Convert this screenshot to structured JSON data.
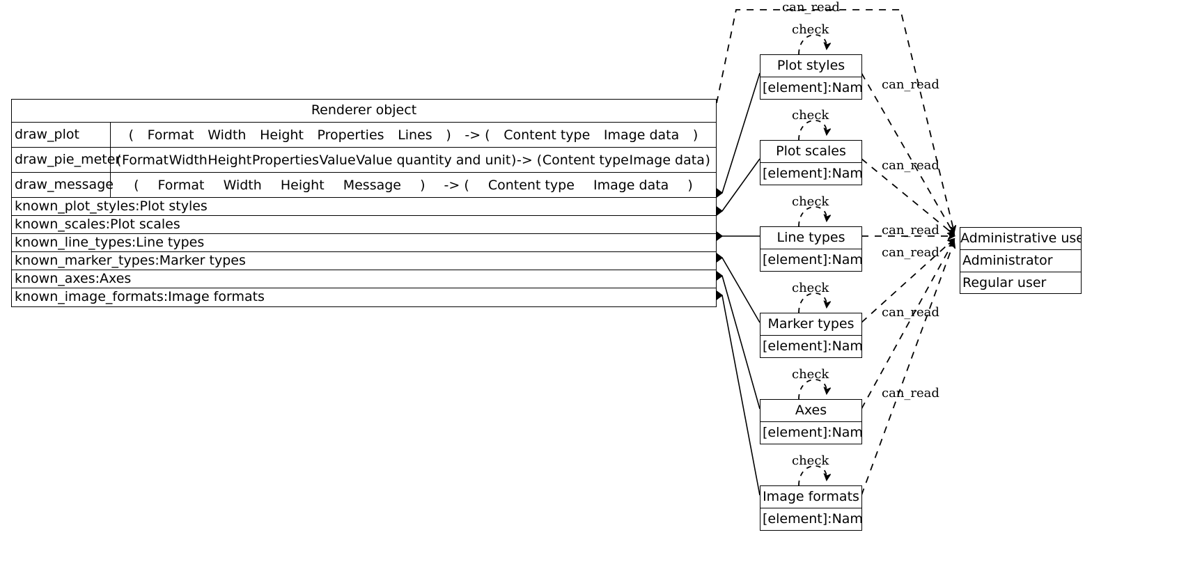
{
  "diagram": {
    "type": "uml-class-diagram",
    "background": "#ffffff",
    "line_color": "#000000"
  },
  "renderer": {
    "title": "Renderer object",
    "methods": [
      {
        "name": "draw_plot",
        "params": [
          "(",
          "Format",
          "Width",
          "Height",
          "Properties",
          "Lines",
          ")"
        ],
        "arrow": "-> (",
        "returns": [
          "Content type",
          "Image data",
          ")"
        ]
      },
      {
        "name": "draw_pie_meter",
        "params": [
          "(",
          "Format",
          "Width",
          "Height",
          "Properties",
          "Value",
          "Value quantity and unit",
          ")"
        ],
        "arrow": "-> (",
        "returns": [
          "Content type",
          "Image data",
          ")"
        ]
      },
      {
        "name": "draw_message",
        "params": [
          "(",
          "Format",
          "Width",
          "Height",
          "Message",
          ")"
        ],
        "arrow": "-> (",
        "returns": [
          "Content type",
          "Image data",
          ")"
        ]
      }
    ],
    "attributes": [
      "known_plot_styles:Plot styles",
      "known_scales:Plot scales",
      "known_line_types:Line types",
      "known_marker_types:Marker types",
      "known_axes:Axes",
      "known_image_formats:Image formats"
    ]
  },
  "elements": [
    {
      "title": "Plot styles",
      "attr": "[element]:Name",
      "check_label": "check",
      "can_read_label": "can_read"
    },
    {
      "title": "Plot scales",
      "attr": "[element]:Name",
      "check_label": "check",
      "can_read_label": "can_read"
    },
    {
      "title": "Line types",
      "attr": "[element]:Name",
      "check_label": "check",
      "can_read_label": "can_read"
    },
    {
      "title": "Marker types",
      "attr": "[element]:Name",
      "check_label": "check",
      "can_read_label": "can_read"
    },
    {
      "title": "Axes",
      "attr": "[element]:Name",
      "check_label": "check",
      "can_read_label": "can_read"
    },
    {
      "title": "Image formats",
      "attr": "[element]:Name",
      "check_label": "check",
      "can_read_label": "can_read"
    }
  ],
  "actor": {
    "title": "Administrative user",
    "roles": [
      "Administrator",
      "Regular user"
    ]
  },
  "top_edge": {
    "label": "can_read"
  }
}
